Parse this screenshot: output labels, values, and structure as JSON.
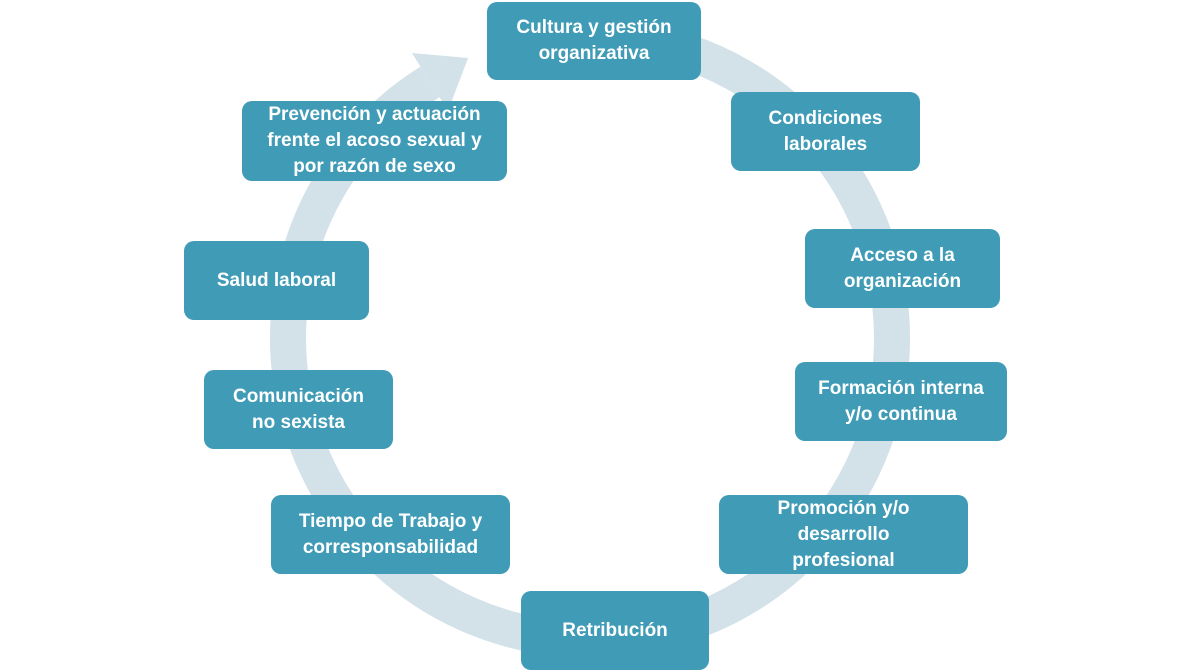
{
  "colors": {
    "box": "#3f9bb6",
    "ring": "#d3e1e9",
    "text": "#ffffff"
  },
  "nodes": [
    {
      "label": "Cultura y gestión\norganizativa"
    },
    {
      "label": "Condiciones\nlaborales"
    },
    {
      "label": "Acceso a la\norganización"
    },
    {
      "label": "Formación interna\ny/o continua"
    },
    {
      "label": "Promoción y/o\ndesarrollo\nprofesional"
    },
    {
      "label": "Retribución"
    },
    {
      "label": "Tiempo de Trabajo y\ncorresponsabilidad"
    },
    {
      "label": "Comunicación\nno sexista"
    },
    {
      "label": "Salud laboral"
    },
    {
      "label": "Prevención y actuación\nfrente el acoso sexual y\npor razón de sexo"
    }
  ]
}
